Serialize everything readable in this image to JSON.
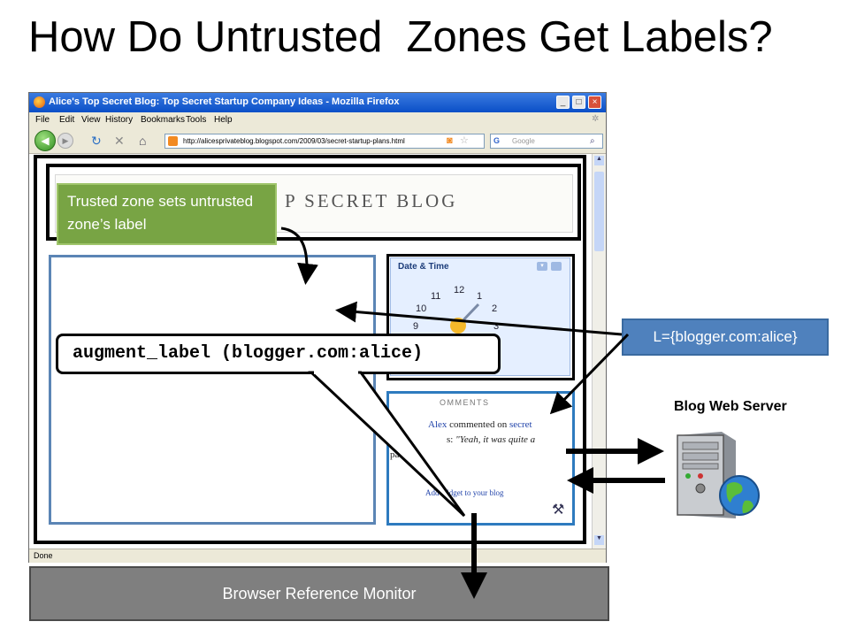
{
  "slide": {
    "title": "How Do Untrusted  Zones Get Labels?"
  },
  "browser": {
    "window_title": "Alice's Top Secret Blog: Top Secret Startup Company Ideas - Mozilla Firefox",
    "menu": [
      "File",
      "Edit",
      "View",
      "History",
      "Bookmarks",
      "Tools",
      "Help"
    ],
    "url": "http://alicesprivateblog.blogspot.com/2009/03/secret-startup-plans.html",
    "search_placeholder": "Google",
    "status": "Done"
  },
  "page": {
    "blog_title": "P SECRET BLOG",
    "widget": {
      "title": "Date & Time",
      "clock_numbers": [
        "11",
        "12",
        "1",
        "10",
        "2",
        "9",
        "3"
      ]
    },
    "comments": {
      "heading": "OMMENTS",
      "author": "Alex",
      "commented_on": " commented on ",
      "link": "secret",
      "line2_suffix": "s: ",
      "quote": "\"Yeah, it was quite a",
      "line3": "pa",
      "add_widget": "Add     widget to your blog"
    }
  },
  "callouts": {
    "trusted": "Trusted zone sets untrusted zone’s label",
    "augment": "augment_label (blogger.com:alice)",
    "label": "L={blogger.com:alice}",
    "server": "Blog Web Server",
    "monitor": "Browser Reference Monitor"
  },
  "colors": {
    "trusted_callout": "#78a444",
    "label_box": "#4f81bd",
    "untrusted_zone_border": "#5b85b5",
    "monitor_bar": "#7f7f7f"
  },
  "icons": [
    "firefox-icon",
    "back-icon",
    "forward-icon",
    "reload-icon",
    "stop-icon",
    "home-icon",
    "rss-icon",
    "star-icon",
    "search-icon",
    "tools-icon",
    "server-icon",
    "globe-icon"
  ]
}
